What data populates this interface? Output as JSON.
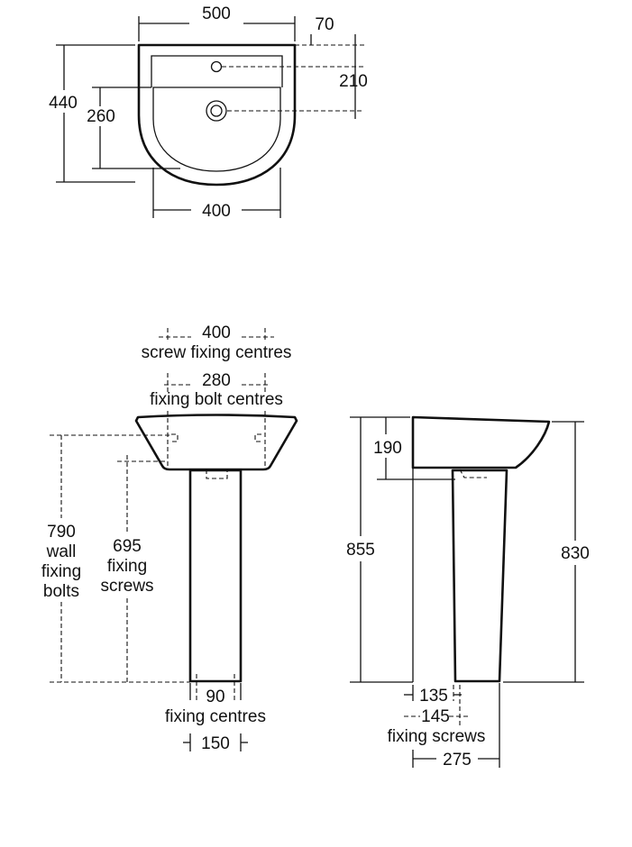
{
  "plan_view": {
    "overall_width": "500",
    "tap_offset": "70",
    "tap_to_waste": "210",
    "overall_projection": "440",
    "waste_projection": "260",
    "bowl_width": "400"
  },
  "front_view": {
    "screw_fixing_value": "400",
    "screw_fixing_label": "screw fixing centres",
    "bolt_fixing_value": "280",
    "bolt_fixing_label": "fixing bolt centres",
    "wall_bolts_height": [
      "790",
      "wall",
      "fixing",
      "bolts"
    ],
    "screws_height": [
      "695",
      "fixing",
      "screws"
    ],
    "pedestal_fixing_value": "90",
    "pedestal_fixing_label": "fixing centres",
    "pedestal_width": "150"
  },
  "side_view": {
    "basin_depth": "190",
    "pedestal_wall_height": "855",
    "overall_height": "830",
    "screw_offset_135": "135",
    "screw_offset_145": "145",
    "fixing_screws_label": "fixing screws",
    "pedestal_projection": "275"
  }
}
